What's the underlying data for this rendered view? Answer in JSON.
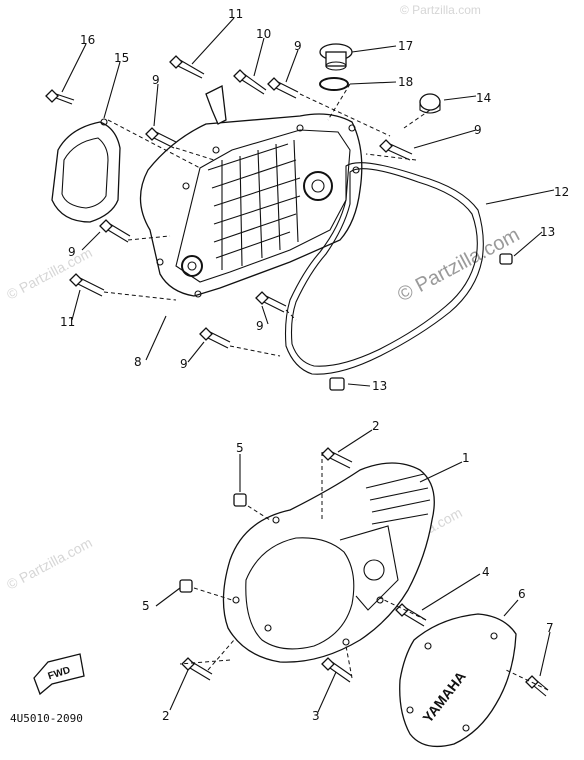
{
  "diagram_code": "4U5010-2090",
  "fwd_label": "FWD",
  "brand_logo_text": "YAMAHA",
  "watermark": {
    "main": "© Partzilla.com",
    "repeat": "© Partzilla.com"
  },
  "callouts": {
    "c1": "1",
    "c2a": "2",
    "c2b": "2",
    "c3": "3",
    "c4": "4",
    "c5a": "5",
    "c5b": "5",
    "c6": "6",
    "c7": "7",
    "c8": "8",
    "c9a": "9",
    "c9b": "9",
    "c9c": "9",
    "c9d": "9",
    "c9e": "9",
    "c9f": "9",
    "c10": "10",
    "c11a": "11",
    "c11b": "11",
    "c12": "12",
    "c13a": "13",
    "c13b": "13",
    "c14": "14",
    "c15": "15",
    "c16": "16",
    "c17": "17",
    "c18": "18"
  }
}
